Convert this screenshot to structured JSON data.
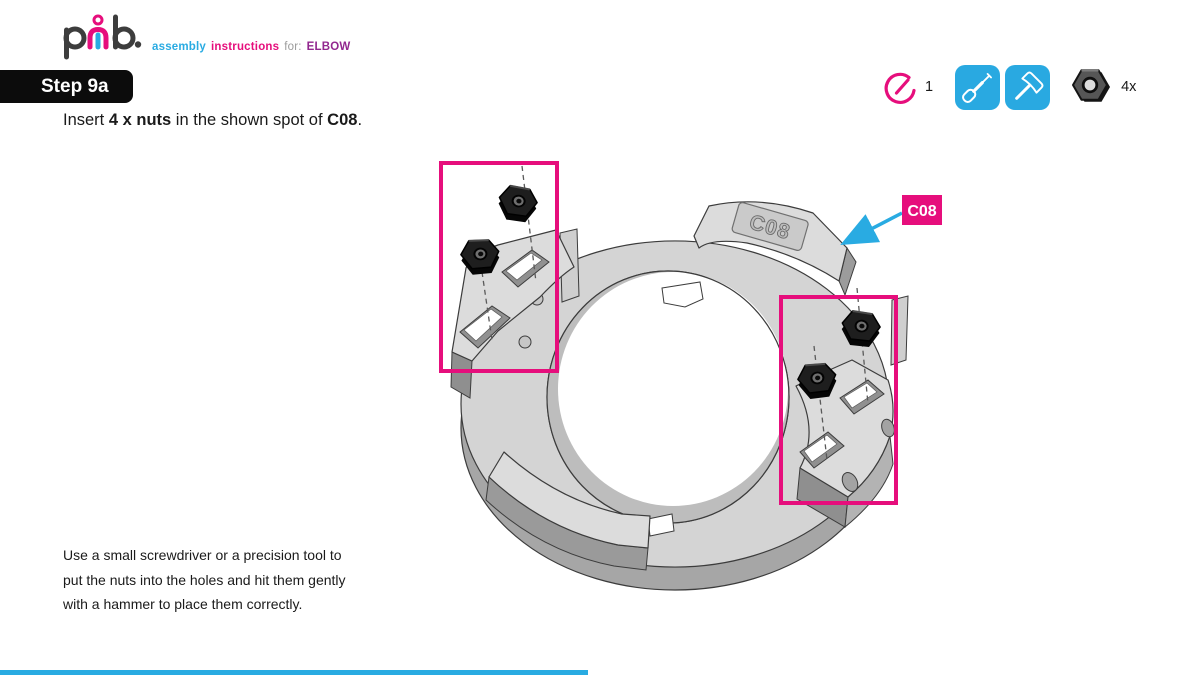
{
  "header": {
    "brand": "pib",
    "tagline": {
      "assembly": "assembly",
      "instructions": "instructions",
      "for_label": "for:",
      "part_name": "ELBOW"
    }
  },
  "step": {
    "label": "Step 9a"
  },
  "instruction": {
    "part1": "Insert ",
    "bold1": "4 x nuts",
    "part2": " in the shown spot of ",
    "bold2": "C08",
    "part3": "."
  },
  "toolbar": {
    "duration_value": "1",
    "tools": [
      "screwdriver",
      "hammer"
    ],
    "hardware": {
      "name": "hex-nut",
      "count_label": "4x"
    }
  },
  "diagram": {
    "callout_label": "C08",
    "embossed_label": "C08",
    "nut_count": 4,
    "highlight_color": "#e60e7c",
    "arrow_color": "#29abe2"
  },
  "note": {
    "line1": "Use a small screwdriver or a precision tool to",
    "line2": "put the nuts into the holes and hit them gently",
    "line3": "with a hammer to place them correctly."
  },
  "progress": {
    "percent": 49,
    "color": "#29abe2"
  }
}
